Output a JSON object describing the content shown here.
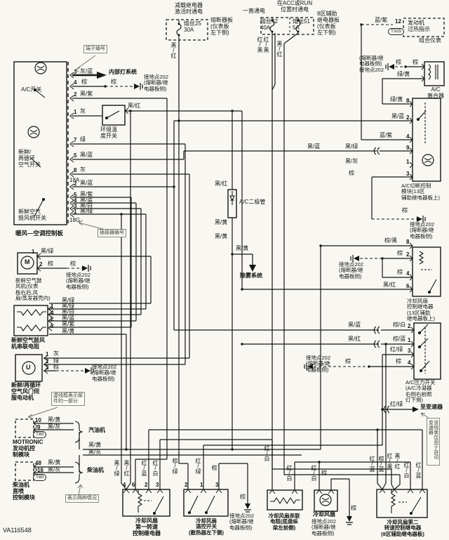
{
  "code": "VA116548",
  "callouts": {
    "terminal": "端子编号",
    "connector": "插接器编号",
    "dashed_box": "虚线框表示部\n件的一部分",
    "two_cases": "表示两种情况",
    "transmission": "该线束仅用于自动变速器"
  },
  "grounds": {
    "g202": "接地点202\n(熔断器/继\n电器板侧)",
    "g202_rev": "(熔断器/继\n电器板侧)\n接地点202"
  },
  "power": {
    "relief": "减载继电器\n激活时通电",
    "fuse25": "熔丝25\n30A",
    "panel": "熔断器板\n(仪表板\n左下侧)",
    "always": "一直通电",
    "accrun": "在ACC或RUN\n位置时通电",
    "fuse42": "熔丝42\n40A",
    "fuse51": "熔丝51\n5A",
    "aux8": "8区辅助\n继电器板\n(仪表板\n左下侧)",
    "w25": "黑/红",
    "w42": "红/黑",
    "w42b": "红/黑",
    "w51": "黑/红"
  },
  "cluster": {
    "wire": "蓝/紫",
    "pin": "12",
    "tag": "T325",
    "text": "发动机\n过热指示",
    "label": "组合仪表"
  },
  "panel": {
    "label": "暖风—空调控制板",
    "ac_switch": "A/C开关",
    "fresh": "新鲜/\n再循环\n空气开关",
    "blower_sw": "新鲜空气\n鼓风机开关",
    "c18a": "18A",
    "c18g": "18G",
    "p3": "3",
    "w3": "灰/蓝",
    "dest3": "内部灯系统",
    "p4": "4",
    "w4": "棕",
    "w4b": "棕",
    "p2": "2",
    "w2": "黑/紫",
    "p1": "1",
    "w1": "灰",
    "p7": "7",
    "w7": "绿",
    "p5": "5",
    "w5": "黑/蓝",
    "p8": "8",
    "w8": "灰",
    "pa2": "2",
    "wa2": "黑/蓝",
    "pa5": "5",
    "wa5": "黑/紫",
    "pa4": "4",
    "wa4": "黑/蓝",
    "pa3": "3",
    "wa3": "黑/白",
    "pa1": "1",
    "wa1": "黑/绿"
  },
  "ambient": {
    "label": "环境温\n度开关",
    "wire": "黑/红"
  },
  "diode": {
    "label": "A/C二极管",
    "top": "黑/红",
    "below": "黑/黄",
    "mid": "黑/黄",
    "branch": "黑/黄",
    "dest": "除雾系统"
  },
  "blower": {
    "symbol": "M",
    "p1": "1",
    "w1": "黑/绿",
    "p2": "2",
    "w2": "棕",
    "w2b": "棕",
    "label": "新鲜空气鼓\n风机(仪表\n板右后,风\n扇/蒸发器壳内)"
  },
  "resistor": {
    "label": "新鲜空气鼓风\n机串联电阻",
    "p1": "1",
    "p4": "4",
    "p2": "2",
    "p3": "3",
    "w_a": "黑/绿",
    "w_b": "黑/绿",
    "w_c": "黑/白",
    "w_d": "黑/蓝",
    "w_e": "黑/紫",
    "w_f": "黑/黄"
  },
  "servo": {
    "symbol": "U",
    "label": "新鲜/再循环\n空气风门伺\n服电动机",
    "p1": "1",
    "w1": "灰",
    "p2": "2",
    "w2": "绿",
    "p3": "3",
    "w3": "棕"
  },
  "motronic": {
    "label": "MOTRONIC\n发动机控\n制模块",
    "p1": "10",
    "w1": "黑/黄",
    "p2": "9",
    "w2": "黑/灰",
    "tag": "T80",
    "engine": "汽油机"
  },
  "diesel": {
    "label": "柴油机\n直喷\n控制模块",
    "p1": "48",
    "w1": "黑/黄",
    "p2": "16",
    "w2": "黑/灰",
    "tag": "T80",
    "engine": "柴油机"
  },
  "mains": {
    "w1": "黑/黄",
    "w2": "黑/灰"
  },
  "clutch": {
    "label": "A/C\n离合器",
    "w1": "棕",
    "w1b": "棕",
    "w2": "绿/黄"
  },
  "cutoff": {
    "label": "A/C切断控制\n模块(13区\n辅助继电器板上)",
    "p8": "8",
    "w8": "绿/黄",
    "p2": "2",
    "w2": "黑/蓝",
    "p4": "4",
    "w4": "蓝/紫",
    "p9": "9",
    "w9": "黑/绿",
    "w9far": "黑/蓝",
    "p1": "1",
    "w1": "黑/灰",
    "p3": "3",
    "w3": "棕"
  },
  "fanrelay": {
    "label": "冷却风扇\n控制继电器\n(13区辅助\n继电器板上)",
    "p8": "8",
    "w8": "棕/黑",
    "p2": "2",
    "w2": "棕",
    "p4": "4",
    "w4": "棕",
    "p6": "6",
    "w6": "黑/红"
  },
  "pressure": {
    "label": "A/C压力开关\n(A/C冷凝器\n右侧右前照\n灯下侧)",
    "p2": "2",
    "w2": "棕/白",
    "w2far": "黑/蓝",
    "p1": "1",
    "w1": "棕/蓝",
    "w1far": "黑/红",
    "p3": "3",
    "w3": "红/绿",
    "p4": "4",
    "w4": "棕",
    "w4far": "棕"
  },
  "trans": {
    "wire": "红/绿",
    "dest": "至变速器"
  },
  "relay1": {
    "label": "冷却风扇\n第一转速\n控制继电器",
    "p4": "4",
    "p6": "6",
    "p2": "2",
    "p3": "3",
    "wa": "黑/绿",
    "wb": "黑/红",
    "w2": "红/蓝",
    "w3": "红/白"
  },
  "tempsw": {
    "label": "冷却风扇\n温控开关\n(散热器左下侧)",
    "p2": "2",
    "w2": "棕/绿",
    "p1": "1",
    "w1": "红/绿",
    "p3": "3",
    "w3": "棕",
    "w3b": "棕"
  },
  "fanres": {
    "label": "冷却风扇串联\n电阻(底盘纵\n梁左前侧)",
    "wl": "红/白",
    "wr": "红/白"
  },
  "fan": {
    "label": "冷却风扇",
    "w1": "红/白",
    "w2": "棕",
    "wg": "棕"
  },
  "relay2": {
    "label": "冷却风扇第二\n转速控制继电器\n(8区辅助继电器板)",
    "wa": "红/蓝",
    "wb": "棕/蓝",
    "wc": "红/黑",
    "wd": "黑/红",
    "we": "红/白",
    "wf": "红/蓝"
  }
}
